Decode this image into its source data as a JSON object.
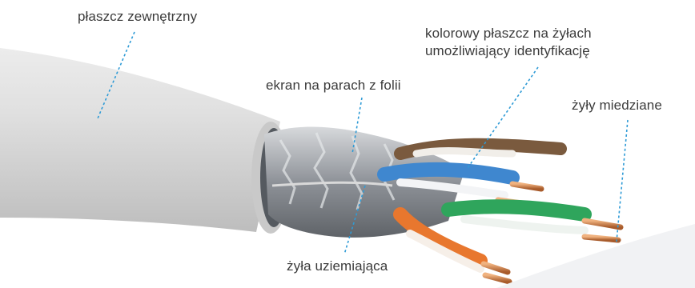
{
  "labels": {
    "outer_jacket": "płaszcz zewnętrzny",
    "colored_insulation_line1": "kolorowy płaszcz na żyłach",
    "colored_insulation_line2": "umożliwiający identyfikację",
    "foil_shield": "ekran na parach z folii",
    "copper_conductors": "żyły miedziane",
    "drain_wire": "żyła uziemiająca"
  },
  "colors": {
    "label_text": "#3b3b3b",
    "leader_line": "#2f9bd6",
    "jacket": "#dcdcdc",
    "foil": "#a9adb3",
    "pair_blue": "#3f87cf",
    "pair_green": "#2fa55c",
    "pair_orange": "#e8772e",
    "pair_brown": "#7a5a3e",
    "copper": "#c97a45"
  }
}
